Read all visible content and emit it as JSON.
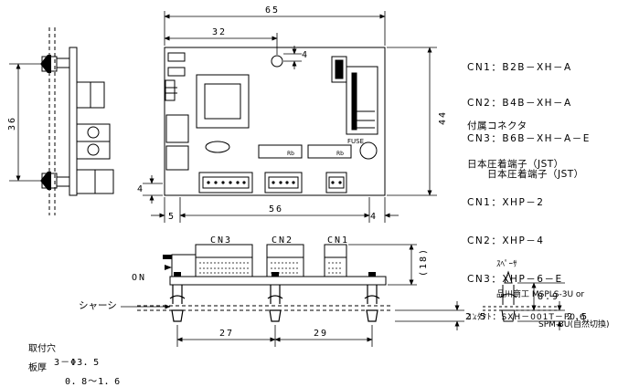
{
  "dimensions": {
    "board_width": "65",
    "cn3_offset": "32",
    "hole_offset": "4",
    "left_margin": "5",
    "hole_pitch": "56",
    "right_margin": "4",
    "bottom_margin": "4",
    "board_height": "44",
    "side_hole_pitch": "36",
    "component_height": "(18)",
    "standoff_gap": "2.5",
    "spacer_length": "8.9",
    "spacer_gap": "2.5",
    "dist_a": "27",
    "dist_b": "29"
  },
  "board_labels": {
    "fuse": "FUSE",
    "rb1": "Rb",
    "rb2": "Rb",
    "cn3": "CN3",
    "cn2": "CN2",
    "cn1": "CN1",
    "on": "ON"
  },
  "connectors": {
    "cn1": "CN1：B2B－XH－A",
    "cn2": "CN2：B4B－XH－A",
    "cn3": "CN3：B6B－XH－A－E",
    "maker": "日本圧着端子（JST）"
  },
  "accessory_connectors": {
    "heading": "付属コネクタ",
    "maker": "日本圧着端子（JST）",
    "cn1": "CN1：XHP－2",
    "cn2": "CN2：XHP－4",
    "cn3": "CN3：XHP－6－E",
    "contact": "ｺﾝﾀｸﾄ：SXH－001T－P0.6"
  },
  "spacer": {
    "title": "ｽﾍﾟｰｻ",
    "maker_line": "品川商工 MSPLS-3U or",
    "alt_line": "SPM-3U(自然切換)"
  },
  "mounting": {
    "chassis_label": "シャーシ",
    "hole_label": "取付穴",
    "hole_value": "3－Φ3．5",
    "thickness_label": "板厚",
    "thickness_value": "0．8～1．6"
  }
}
